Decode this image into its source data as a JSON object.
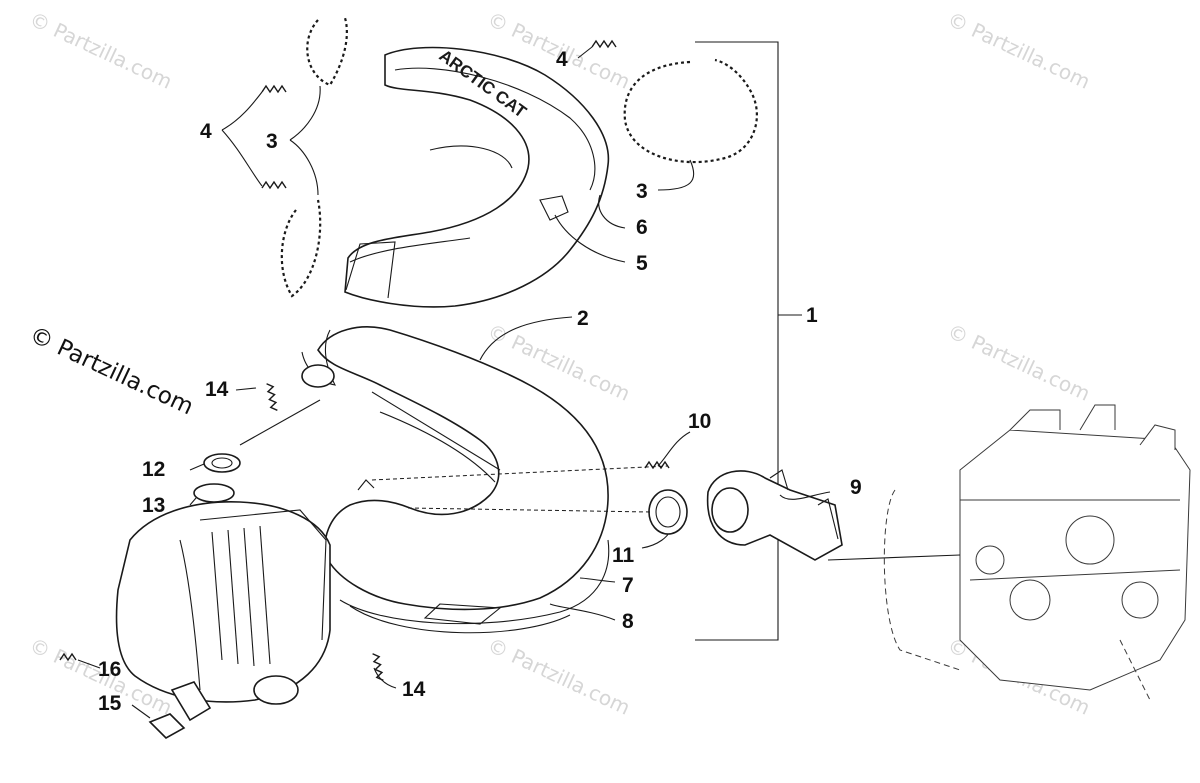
{
  "watermarks": {
    "text": "© Partzilla.com",
    "primary": "© Partzilla.com"
  },
  "callouts": {
    "c1": "1",
    "c2": "2",
    "c3a": "3",
    "c3b": "3",
    "c4a": "4",
    "c4b": "4",
    "c5": "5",
    "c6": "6",
    "c7": "7",
    "c8": "8",
    "c9": "9",
    "c10": "10",
    "c11": "11",
    "c12": "12",
    "c13": "13",
    "c14a": "14",
    "c14b": "14",
    "c15": "15",
    "c16": "16"
  },
  "brand_text": "ARCTIC CAT",
  "colors": {
    "line": "#1a1a1a",
    "watermark": "#d6d6d6",
    "background": "#ffffff"
  }
}
